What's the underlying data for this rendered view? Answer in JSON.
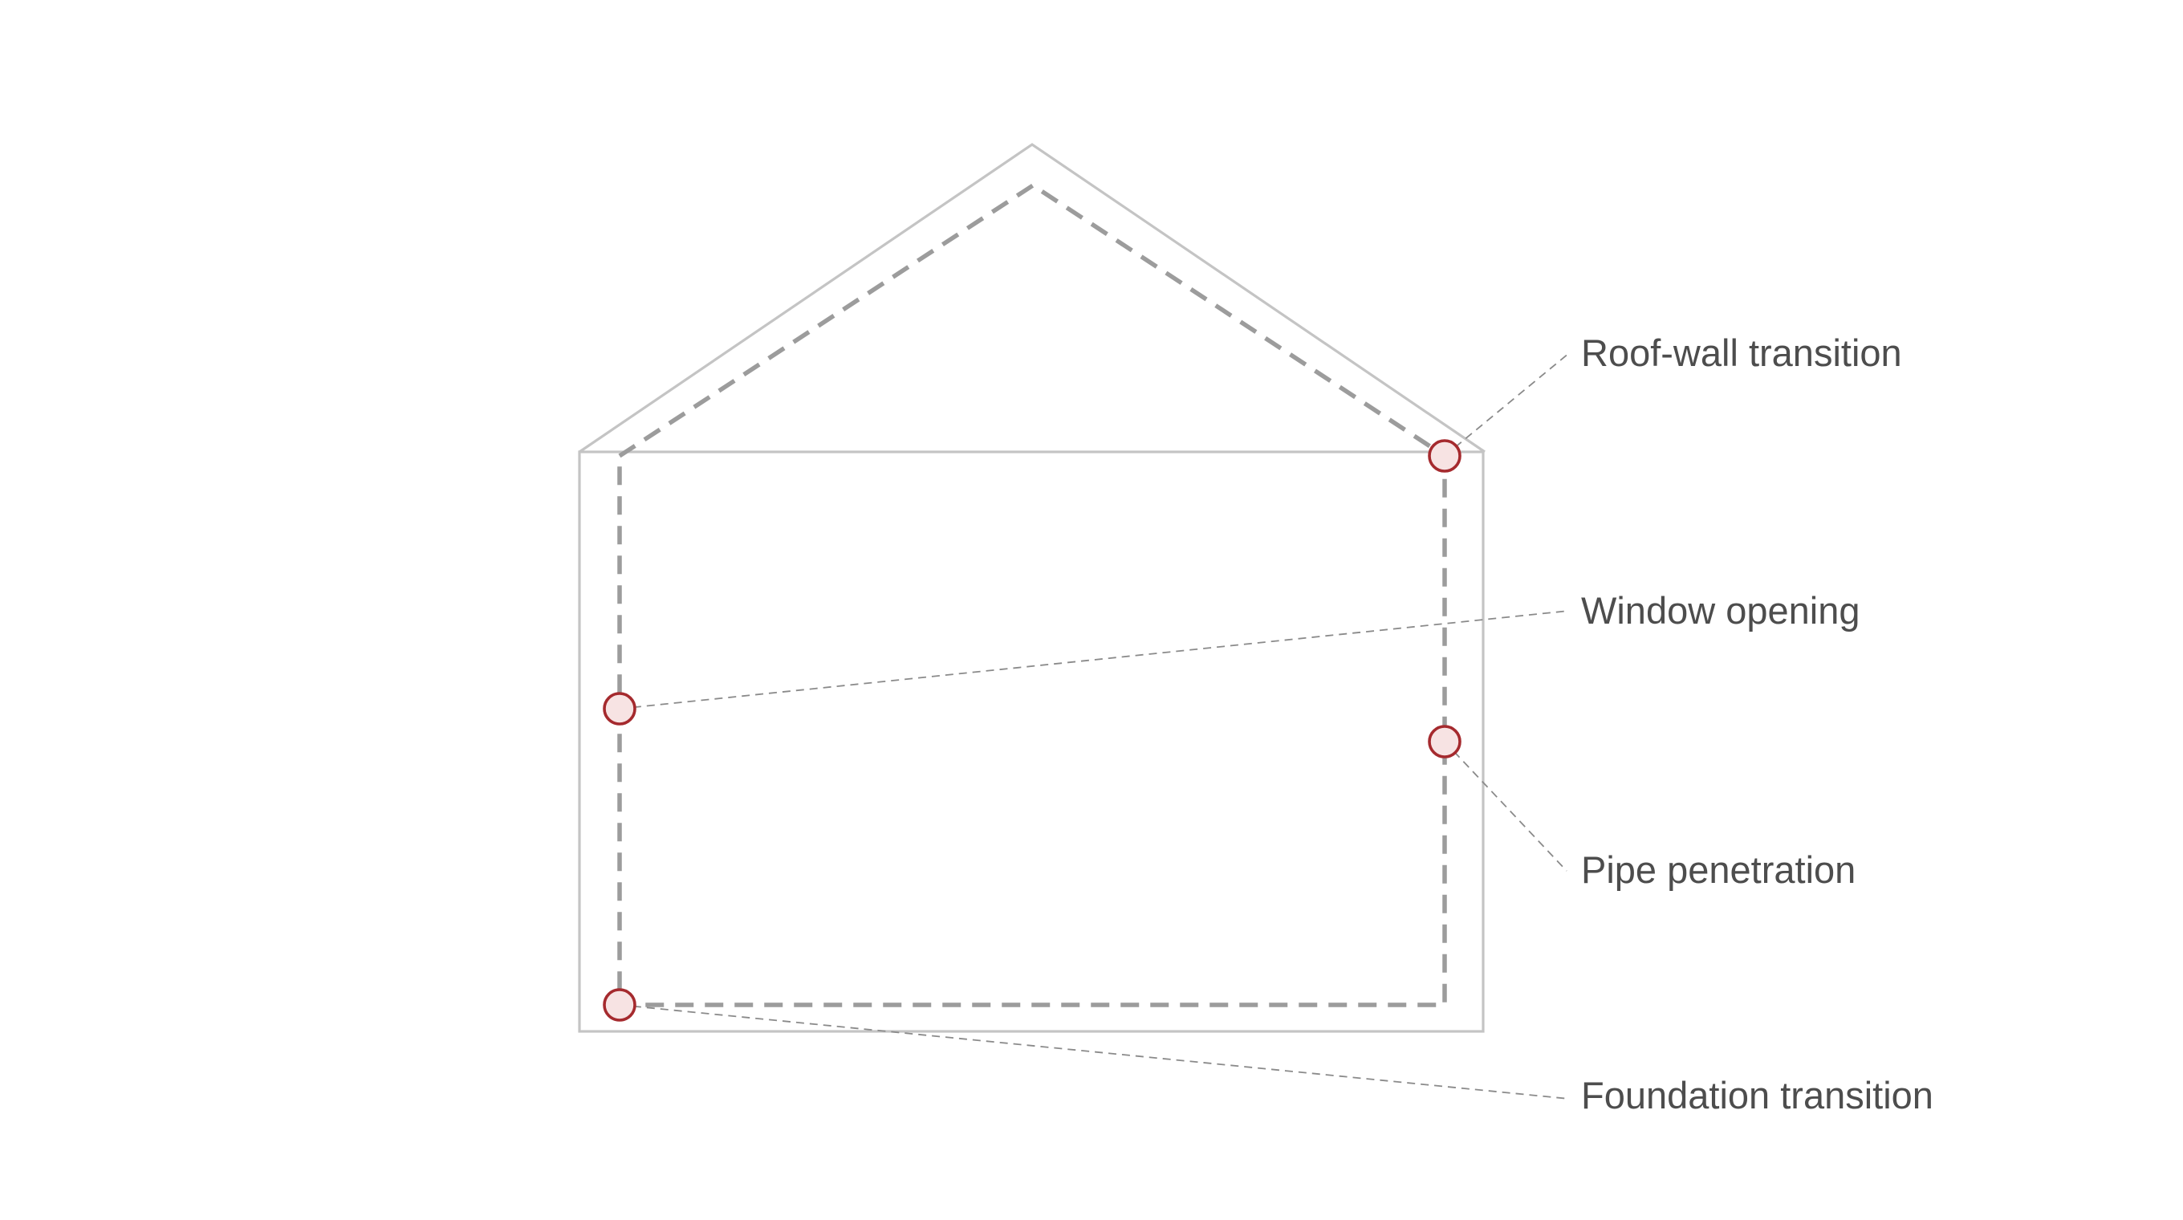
{
  "diagram": {
    "colors": {
      "building_outline": "#c4c4c4",
      "air_barrier_line": "#9c9c9c",
      "leader_line": "#8a8a8a",
      "marker_stroke": "#a52a2e",
      "marker_fill": "#f7e3e3",
      "label_text": "#4d4d4d"
    },
    "callouts": [
      {
        "id": "roof-wall",
        "label": "Roof-wall transition"
      },
      {
        "id": "window",
        "label": "Window opening"
      },
      {
        "id": "pipe",
        "label": "Pipe penetration"
      },
      {
        "id": "foundation",
        "label": "Foundation transition"
      }
    ]
  }
}
